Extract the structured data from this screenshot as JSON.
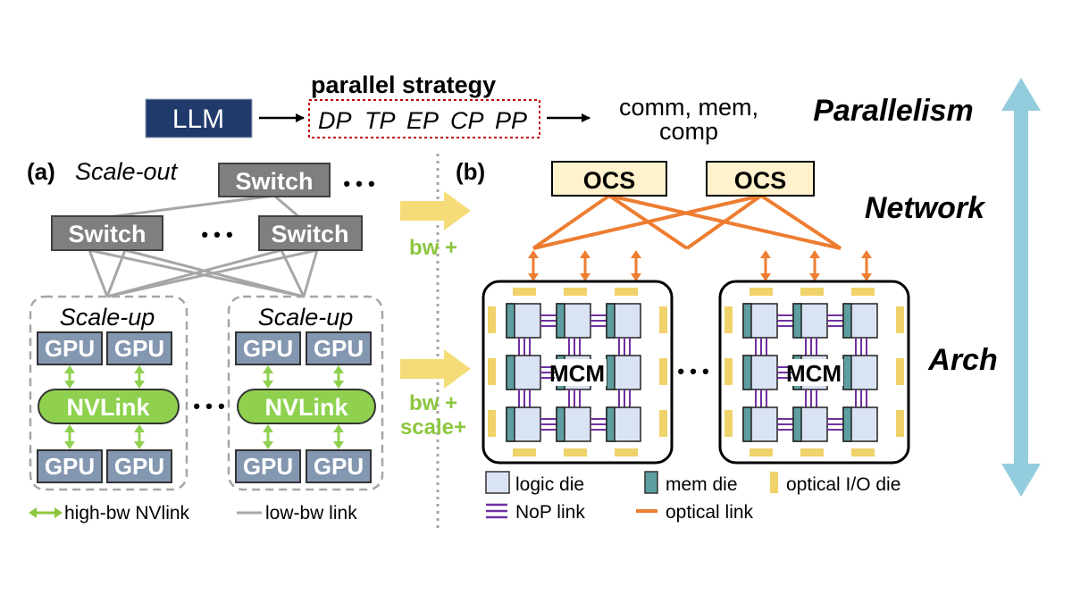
{
  "top": {
    "llm": "LLM",
    "strategy_title": "parallel strategy",
    "strategies": [
      "DP",
      "TP",
      "EP",
      "CP",
      "PP"
    ],
    "output_line1": "comm, mem,",
    "output_line2": "comp"
  },
  "levels": {
    "parallelism": "Parallelism",
    "network": "Network",
    "arch": "Arch"
  },
  "panel_a": {
    "label": "(a)",
    "scale_out": "Scale-out",
    "switch": "Switch",
    "ellipsis": "• • •",
    "scale_up": "Scale-up",
    "gpu": "GPU",
    "nvlink": "NVLink",
    "legend_high": "high-bw NVlink",
    "legend_low": "low-bw link"
  },
  "arrows": {
    "bw1": "bw +",
    "bw2_line1": "bw +",
    "bw2_line2": "scale+"
  },
  "panel_b": {
    "label": "(b)",
    "ocs": "OCS",
    "mcm": "MCM",
    "ellipsis": "• • •",
    "legend_logic": "logic die",
    "legend_mem": "mem die",
    "legend_optical_io": "optical I/O die",
    "legend_nop": "NoP link",
    "legend_optical_link": "optical link"
  },
  "colors": {
    "llm_box": "#1f3a6b",
    "switch": "#7f7f7f",
    "gpu": "#8497b0",
    "nvlink": "#8fd14f",
    "ocs_fill": "#fff2cc",
    "optical_link": "#ed7d31",
    "nop_link": "#7030a0",
    "logic_die": "#dae3f3",
    "mem_die": "#5f9ea0",
    "optical_io": "#f0d26a",
    "side_arrow": "#93cddd",
    "bw_arrow": "#f5dc78",
    "bw_text": "#8dc63f",
    "strategy_border": "#c00000"
  }
}
